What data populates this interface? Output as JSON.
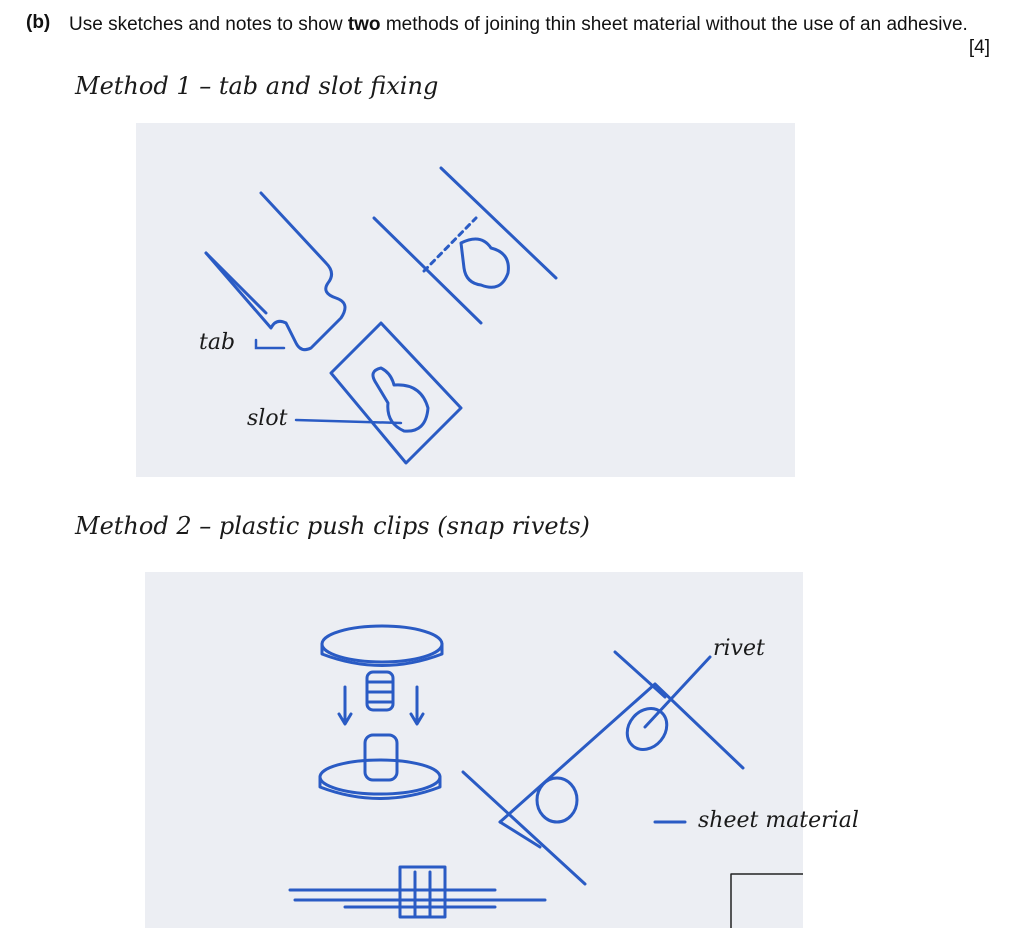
{
  "question": {
    "label": "(b)",
    "text_before": "Use sketches and notes to show ",
    "text_bold": "two",
    "text_after": " methods of joining thin sheet material without the use of an adhesive.",
    "marks": "[4]"
  },
  "method1": {
    "heading": "Method 1 – tab and slot fixing",
    "labels": {
      "tab": "tab",
      "slot": "slot"
    }
  },
  "method2": {
    "heading": "Method 2 – plastic push clips (snap rivets)",
    "labels": {
      "rivet": "rivet",
      "sheet": "sheet material"
    }
  },
  "colors": {
    "ink": "#2a5bc4",
    "paper": "#eceef3"
  }
}
